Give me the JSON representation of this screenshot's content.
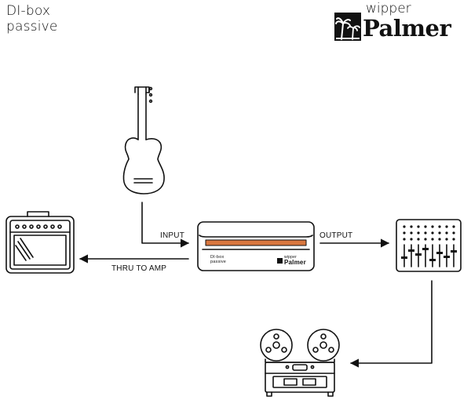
{
  "title": {
    "line1": "DI-box",
    "line2": "passive"
  },
  "brand": {
    "small": "wipper",
    "name": "Palmer"
  },
  "device": {
    "text_line1": "DI-box",
    "text_line2": "passive",
    "brand_small": "wipper",
    "brand_name": "Palmer",
    "accent": "#d9773f"
  },
  "connections": {
    "input": "INPUT",
    "output": "OUTPUT",
    "thru": "THRU TO AMP"
  },
  "icons": {
    "guitar": "electric-guitar-icon",
    "amp": "guitar-amplifier-icon",
    "mixer": "mixing-console-icon",
    "recorder": "reel-to-reel-tape-recorder-icon",
    "logo": "palm-tree-icon"
  },
  "colors": {
    "line": "#111111",
    "accent": "#d9773f"
  }
}
